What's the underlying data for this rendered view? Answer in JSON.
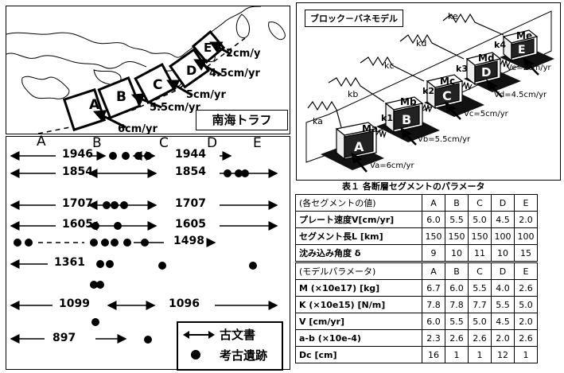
{
  "map": {
    "segments": [
      "A",
      "B",
      "C",
      "D",
      "E"
    ],
    "velocities": [
      "6cm/yr",
      "5.5cm/yr",
      "5cm/yr",
      "4.5cm/yr",
      "2cm/y"
    ],
    "trough_label": "南海トラフ"
  },
  "timeline": {
    "segment_headers": [
      "A",
      "B",
      "C",
      "D",
      "E"
    ],
    "rows": [
      {
        "left_year": "1946",
        "right_year": "1944"
      },
      {
        "left_year": "1854",
        "right_year": "1854"
      },
      {
        "left_year": "1707",
        "right_year": "1707"
      },
      {
        "left_year": "1605",
        "right_year": "1605"
      },
      {
        "left_year": "",
        "right_year": "1498"
      },
      {
        "left_year": "1361",
        "right_year": ""
      },
      {
        "left_year": "",
        "right_year": ""
      },
      {
        "left_year": "1099",
        "right_year": "1096"
      },
      {
        "left_year": "897",
        "right_year": ""
      }
    ],
    "legend": {
      "arrow_label": "古文書",
      "dot_label": "考古遺跡"
    }
  },
  "model": {
    "title": "ブロック－バネモデル",
    "blocks": [
      "A",
      "B",
      "C",
      "D",
      "E"
    ],
    "masses": [
      "Ma",
      "Mb",
      "Mc",
      "Md",
      "Me"
    ],
    "springs_a": [
      "ka",
      "kb",
      "kc",
      "kd",
      "ke"
    ],
    "springs_k": [
      "k1",
      "k2",
      "k3",
      "k4"
    ],
    "velocities": [
      "Va=6cm/yr",
      "Vb=5.5cm/yr",
      "Vc=5cm/yr",
      "Vd=4.5cm/yr",
      "Ve=2cm/yr"
    ]
  },
  "table": {
    "title": "表１ 各断層セグメントのパラメータ",
    "section1_header": "(各セグメントの値)",
    "section2_header": "(モデルパラメータ)",
    "columns": [
      "A",
      "B",
      "C",
      "D",
      "E"
    ],
    "rows1": [
      {
        "label": "プレート速度V[cm/yr]",
        "values": [
          "6.0",
          "5.5",
          "5.0",
          "4.5",
          "2.0"
        ]
      },
      {
        "label": "セグメント長L [km]",
        "values": [
          "150",
          "150",
          "150",
          "100",
          "100"
        ]
      },
      {
        "label": "沈み込み角度 δ",
        "values": [
          "9",
          "10",
          "11",
          "10",
          "15"
        ]
      }
    ],
    "rows2": [
      {
        "label": "M (×10e17) [kg]",
        "values": [
          "6.7",
          "6.0",
          "5.5",
          "4.0",
          "2.6"
        ]
      },
      {
        "label": "K (×10e15) [N/m]",
        "values": [
          "7.8",
          "7.8",
          "7.7",
          "5.5",
          "5.0"
        ]
      },
      {
        "label": "V [cm/yr]",
        "values": [
          "6.0",
          "5.5",
          "5.0",
          "4.5",
          "2.0"
        ]
      },
      {
        "label": "a-b (×10e-4)",
        "values": [
          "2.3",
          "2.6",
          "2.6",
          "2.0",
          "2.6"
        ]
      },
      {
        "label": "Dc [cm]",
        "values": [
          "16",
          "1",
          "1",
          "12",
          "1"
        ]
      }
    ]
  }
}
